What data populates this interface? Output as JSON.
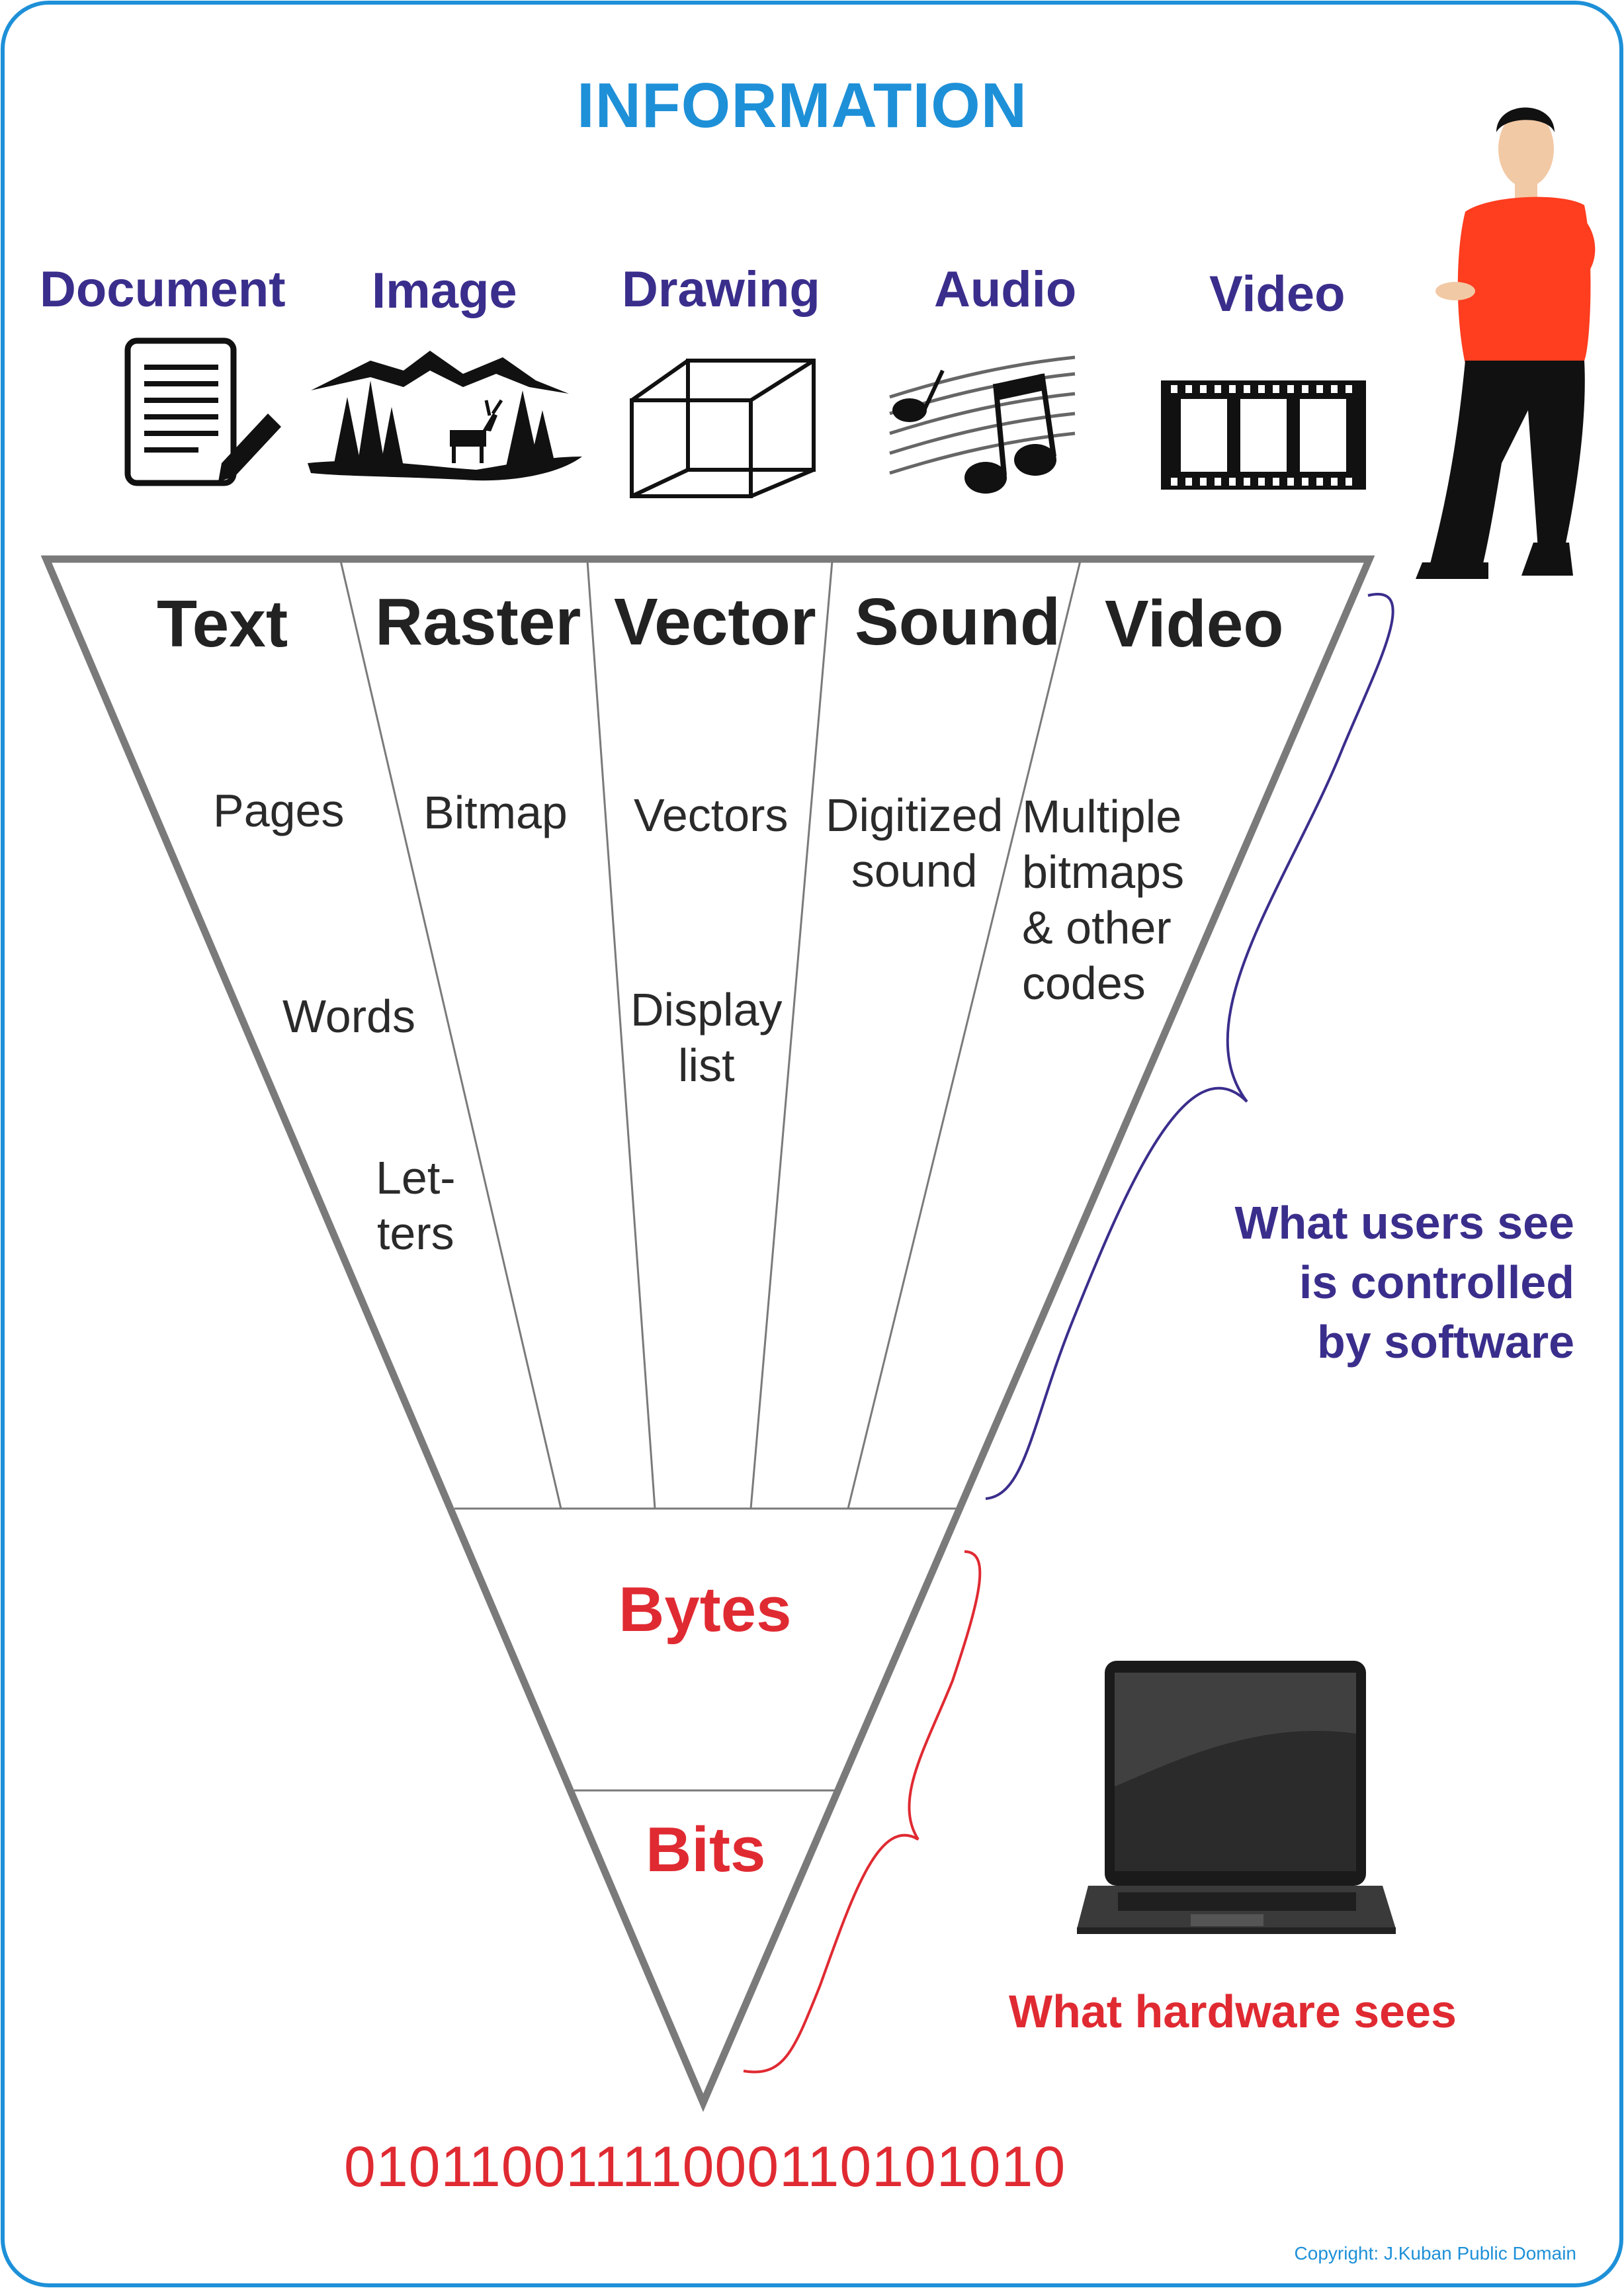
{
  "title": "INFORMATION",
  "categories": [
    {
      "label": "Document",
      "icon": "document-icon"
    },
    {
      "label": "Image",
      "icon": "landscape-icon"
    },
    {
      "label": "Drawing",
      "icon": "cube-icon"
    },
    {
      "label": "Audio",
      "icon": "music-notes-icon"
    },
    {
      "label": "Video",
      "icon": "film-strip-icon"
    }
  ],
  "layers": [
    "Text",
    "Raster",
    "Vector",
    "Sound",
    "Video"
  ],
  "details": {
    "text_pages": "Pages",
    "text_words": "Words",
    "text_letters": "Let-\nters",
    "raster_bitmap": "Bitmap",
    "vector_vectors": "Vectors",
    "vector_display": "Display\nlist",
    "sound_digitized": "Digitized\nsound",
    "video_bitmaps": "Multiple\nbitmaps\n& other\ncodes"
  },
  "bytes_label": "Bytes",
  "bits_label": "Bits",
  "software_note": "What users see\nis controlled\nby software",
  "hardware_note": "What hardware sees",
  "binary": "01011001111000110101010",
  "copyright": "Copyright: J.Kuban Public Domain",
  "colors": {
    "title": "#1e90d8",
    "category": "#3a2e8c",
    "hardware": "#e02a32",
    "border": "#1e90d8",
    "funnel": "#7a7a7a"
  }
}
